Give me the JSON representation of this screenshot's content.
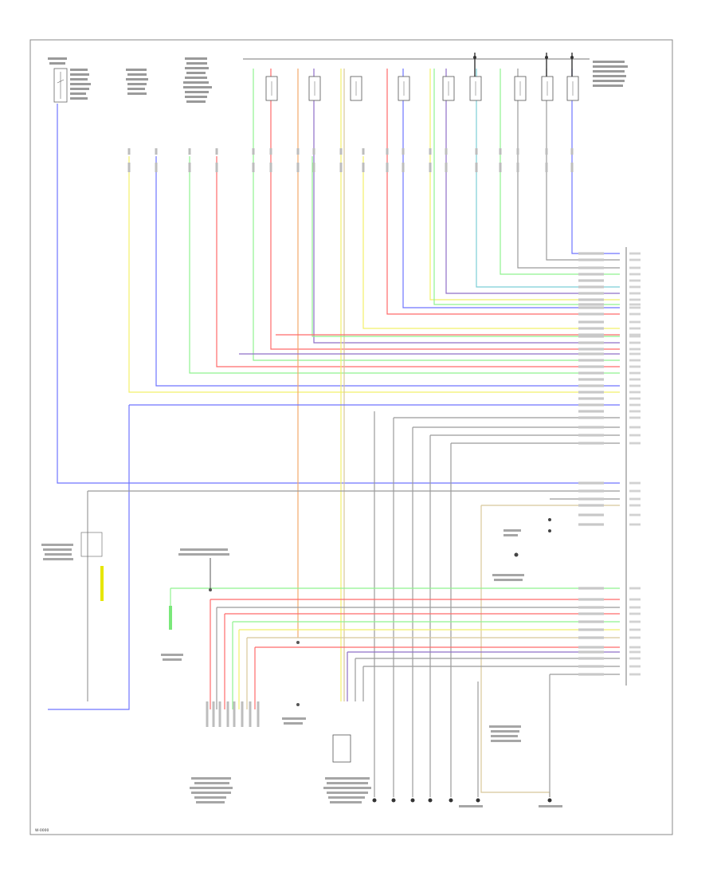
{
  "colors": {
    "blue": "#6f74ff",
    "yellow": "#f2f06a",
    "green": "#8ff28f",
    "red": "#ff6a6a",
    "orange": "#f3a96b",
    "gray": "#9b9b9b",
    "purple": "#8f6fc7",
    "tan": "#d8c79a",
    "cyan": "#7ccfd6",
    "black": "#222222"
  },
  "wires": [
    {
      "id": "W-left-blue",
      "color": "blue"
    },
    {
      "id": "W-yellow-1",
      "color": "yellow"
    },
    {
      "id": "W-blue-2",
      "color": "blue"
    },
    {
      "id": "W-green-3",
      "color": "green"
    },
    {
      "id": "W-red-4",
      "color": "red"
    },
    {
      "id": "W-green-5",
      "color": "green"
    },
    {
      "id": "W-red-6",
      "color": "red"
    },
    {
      "id": "W-orange-7",
      "color": "orange"
    },
    {
      "id": "W-purple-8",
      "color": "purple"
    },
    {
      "id": "W-yellow-9",
      "color": "yellow"
    },
    {
      "id": "W-tan-10",
      "color": "tan"
    },
    {
      "id": "W-red-11",
      "color": "red"
    },
    {
      "id": "W-blue-12",
      "color": "blue"
    },
    {
      "id": "W-yellow-13",
      "color": "yellow"
    },
    {
      "id": "W-green-14",
      "color": "green"
    },
    {
      "id": "W-purple-15",
      "color": "purple"
    },
    {
      "id": "W-cyan-16",
      "color": "cyan"
    },
    {
      "id": "W-green-17",
      "color": "green"
    },
    {
      "id": "W-gray-18",
      "color": "gray"
    },
    {
      "id": "W-gray-19",
      "color": "gray"
    }
  ],
  "footer_code": "W-0000"
}
